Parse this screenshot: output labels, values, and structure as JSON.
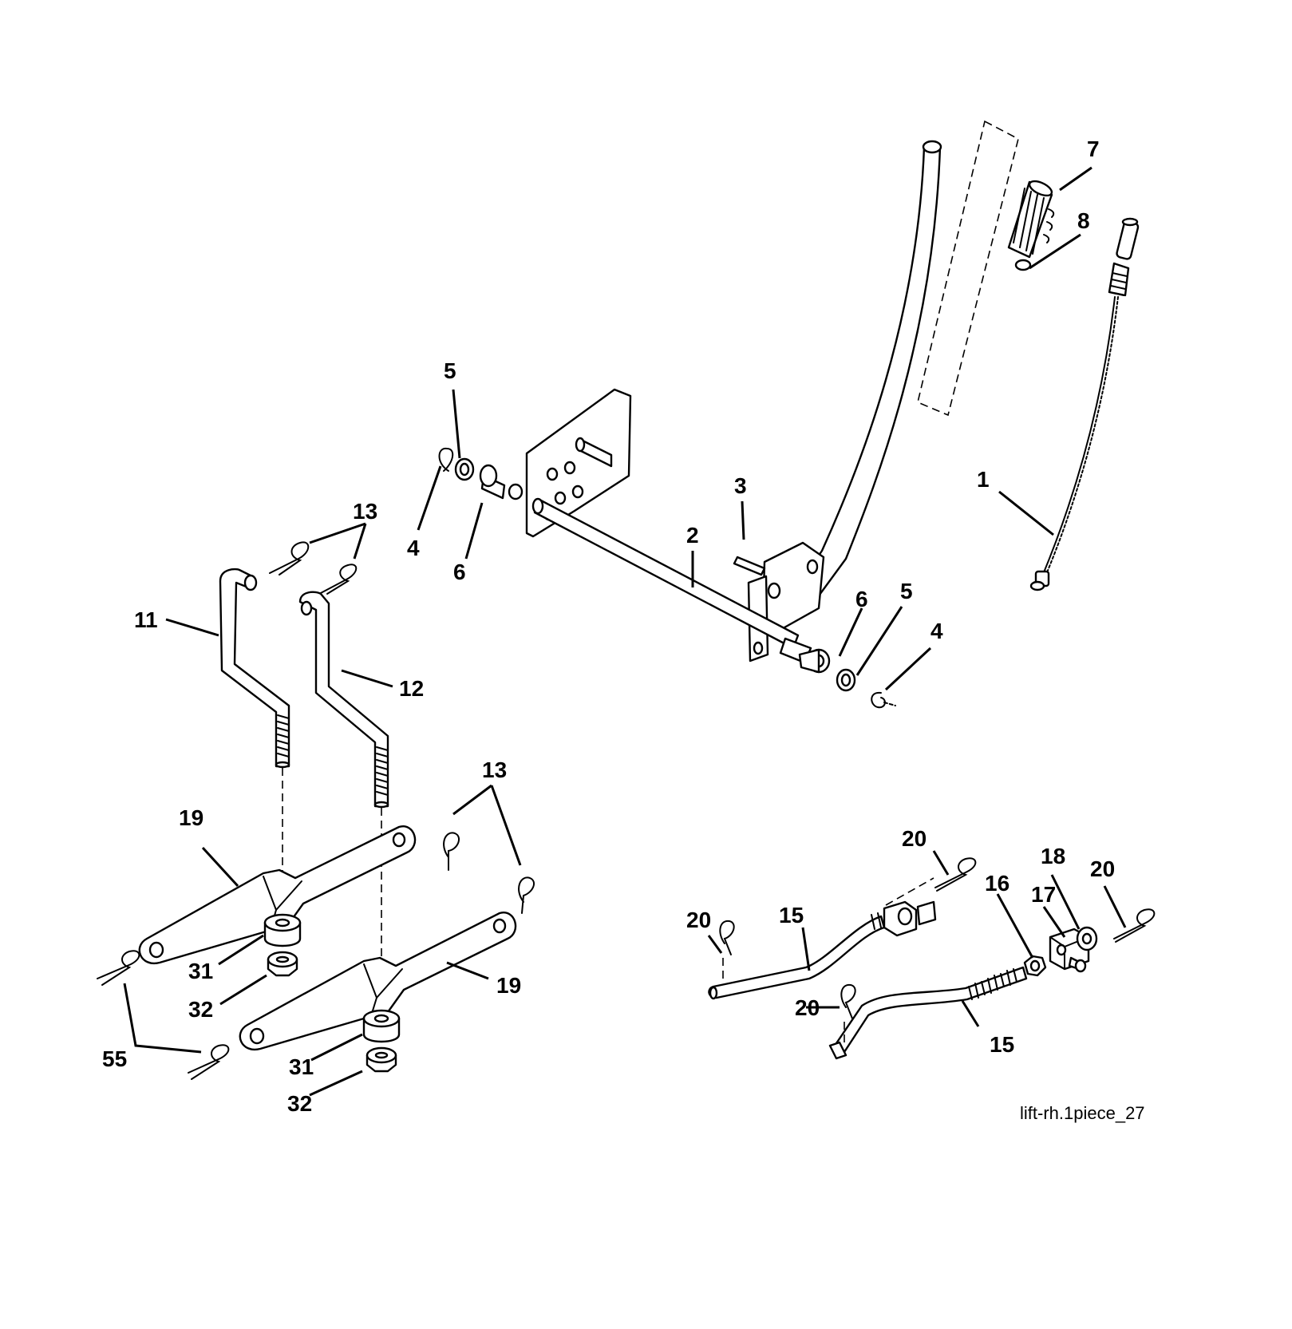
{
  "diagram": {
    "reference_code": "lift-rh.1piece_27",
    "callouts": [
      "1",
      "2",
      "3",
      "4",
      "5",
      "6",
      "7",
      "8",
      "11",
      "12",
      "13",
      "15",
      "16",
      "17",
      "18",
      "19",
      "20",
      "31",
      "32",
      "55"
    ]
  }
}
